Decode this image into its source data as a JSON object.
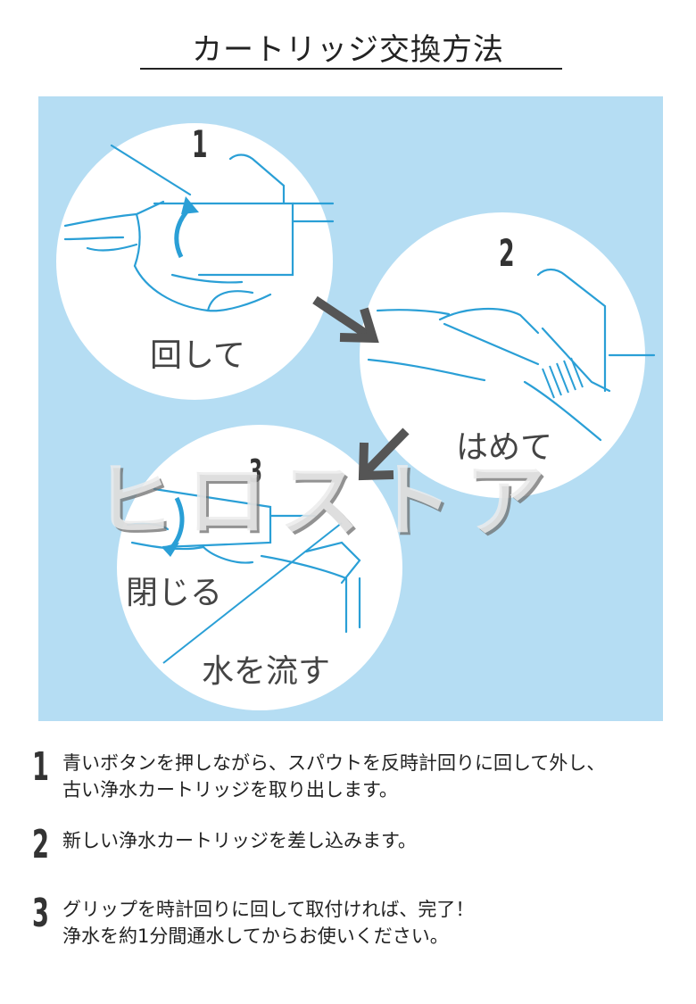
{
  "title": "カートリッジ交換方法",
  "illustration": {
    "steps": [
      {
        "number": "1",
        "caption": "回して"
      },
      {
        "number": "2",
        "caption": "はめて"
      },
      {
        "number": "3",
        "caption": "閉じる"
      }
    ],
    "extra_caption": "水を流す",
    "colors": {
      "background": "#b5ddf3",
      "line": "#2a9fd6",
      "arrow": "#555555",
      "circle": "#ffffff"
    }
  },
  "watermark": "ヒロストア",
  "instructions": [
    {
      "number": "1",
      "lines": [
        "青いボタンを押しながら、スパウトを反時計回りに回して外し、",
        "古い浄水カートリッジを取り出します。"
      ]
    },
    {
      "number": "2",
      "lines": [
        "新しい浄水カートリッジを差し込みます。"
      ]
    },
    {
      "number": "3",
      "lines": [
        "グリップを時計回りに回して取付ければ、完了！",
        "浄水を約1分間通水してからお使いください。"
      ]
    }
  ]
}
